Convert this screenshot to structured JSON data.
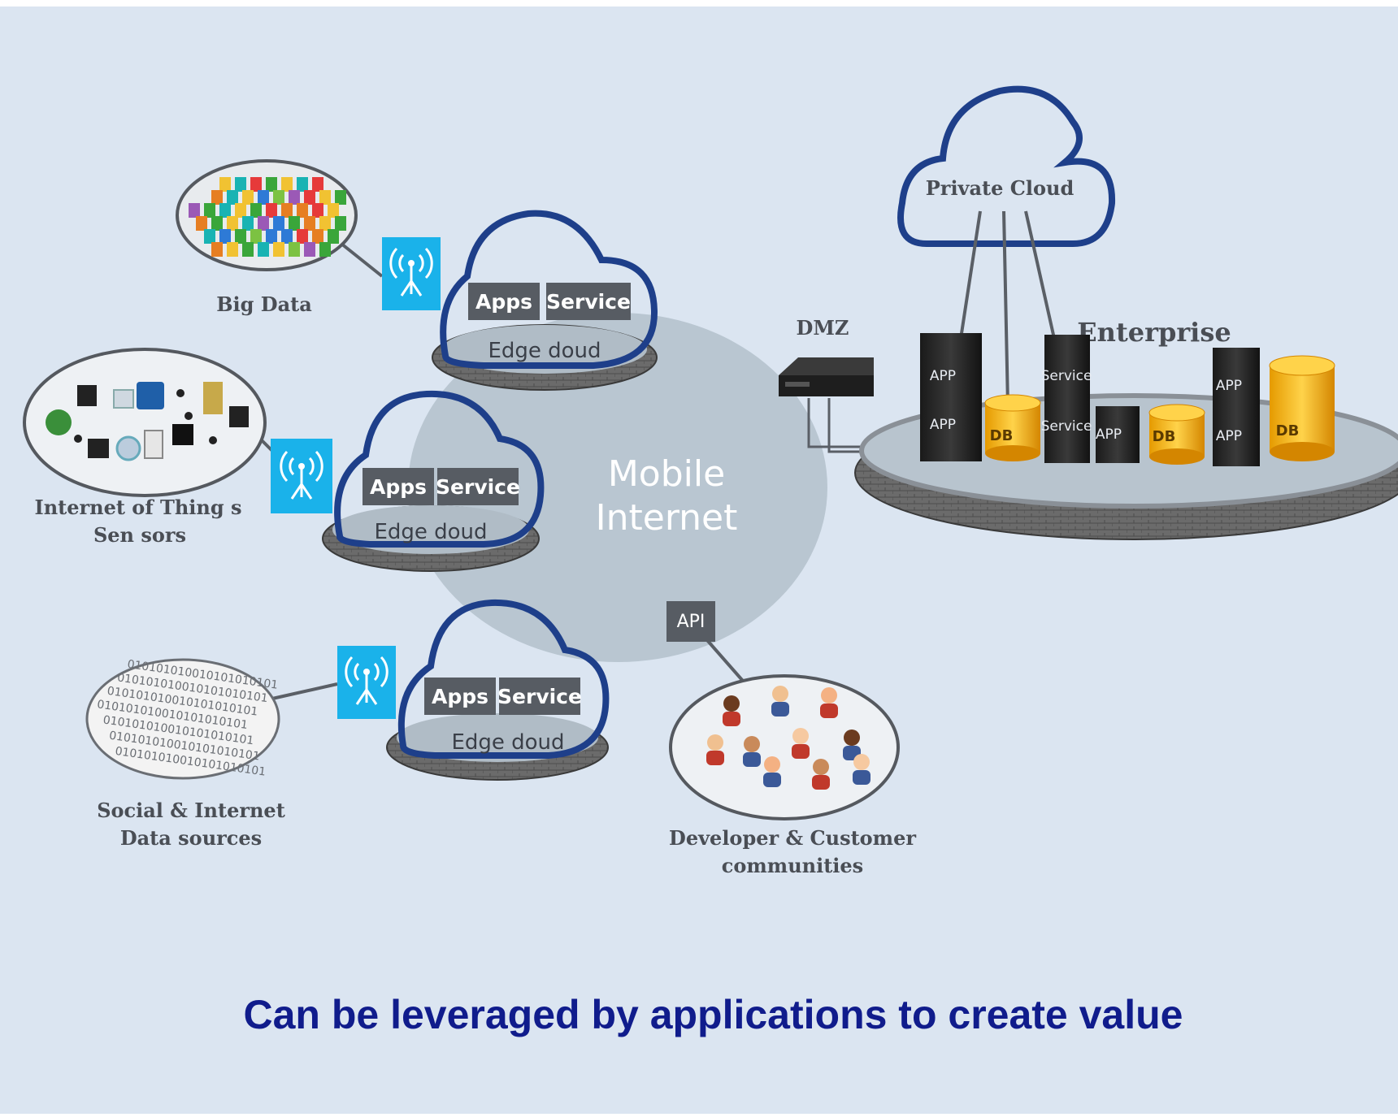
{
  "sources": {
    "big_data": "Big Data",
    "iot_line1": "Internet of Thing s",
    "iot_line2": "Sen sors",
    "social_line1": "Social & Internet",
    "social_line2": "Data sources"
  },
  "edge_clouds": [
    {
      "apps": "Apps",
      "service": "Service",
      "label": "Edge doud"
    },
    {
      "apps": "Apps",
      "service": "Service",
      "label": "Edge doud"
    },
    {
      "apps": "Apps",
      "service": "Service",
      "label": "Edge doud"
    }
  ],
  "center": {
    "line1": "Mobile",
    "line2": "Internet",
    "api": "API"
  },
  "community": {
    "line1": "Developer & Customer",
    "line2": "communities"
  },
  "enterprise": {
    "dmz": "DMZ",
    "title": "Enterprise",
    "private_cloud": "Private Cloud",
    "app": "APP",
    "service": "Service",
    "db": "DB"
  },
  "binary_text": "010101010010101010101",
  "caption": "Can be leveraged by applications to create value",
  "colors": {
    "panel": "#dbe5f1",
    "cloud_stroke": "#1e3f8a",
    "wifi_tile": "#1ab2ea",
    "caption": "#101c8c",
    "oval": "#b7c4cf"
  }
}
